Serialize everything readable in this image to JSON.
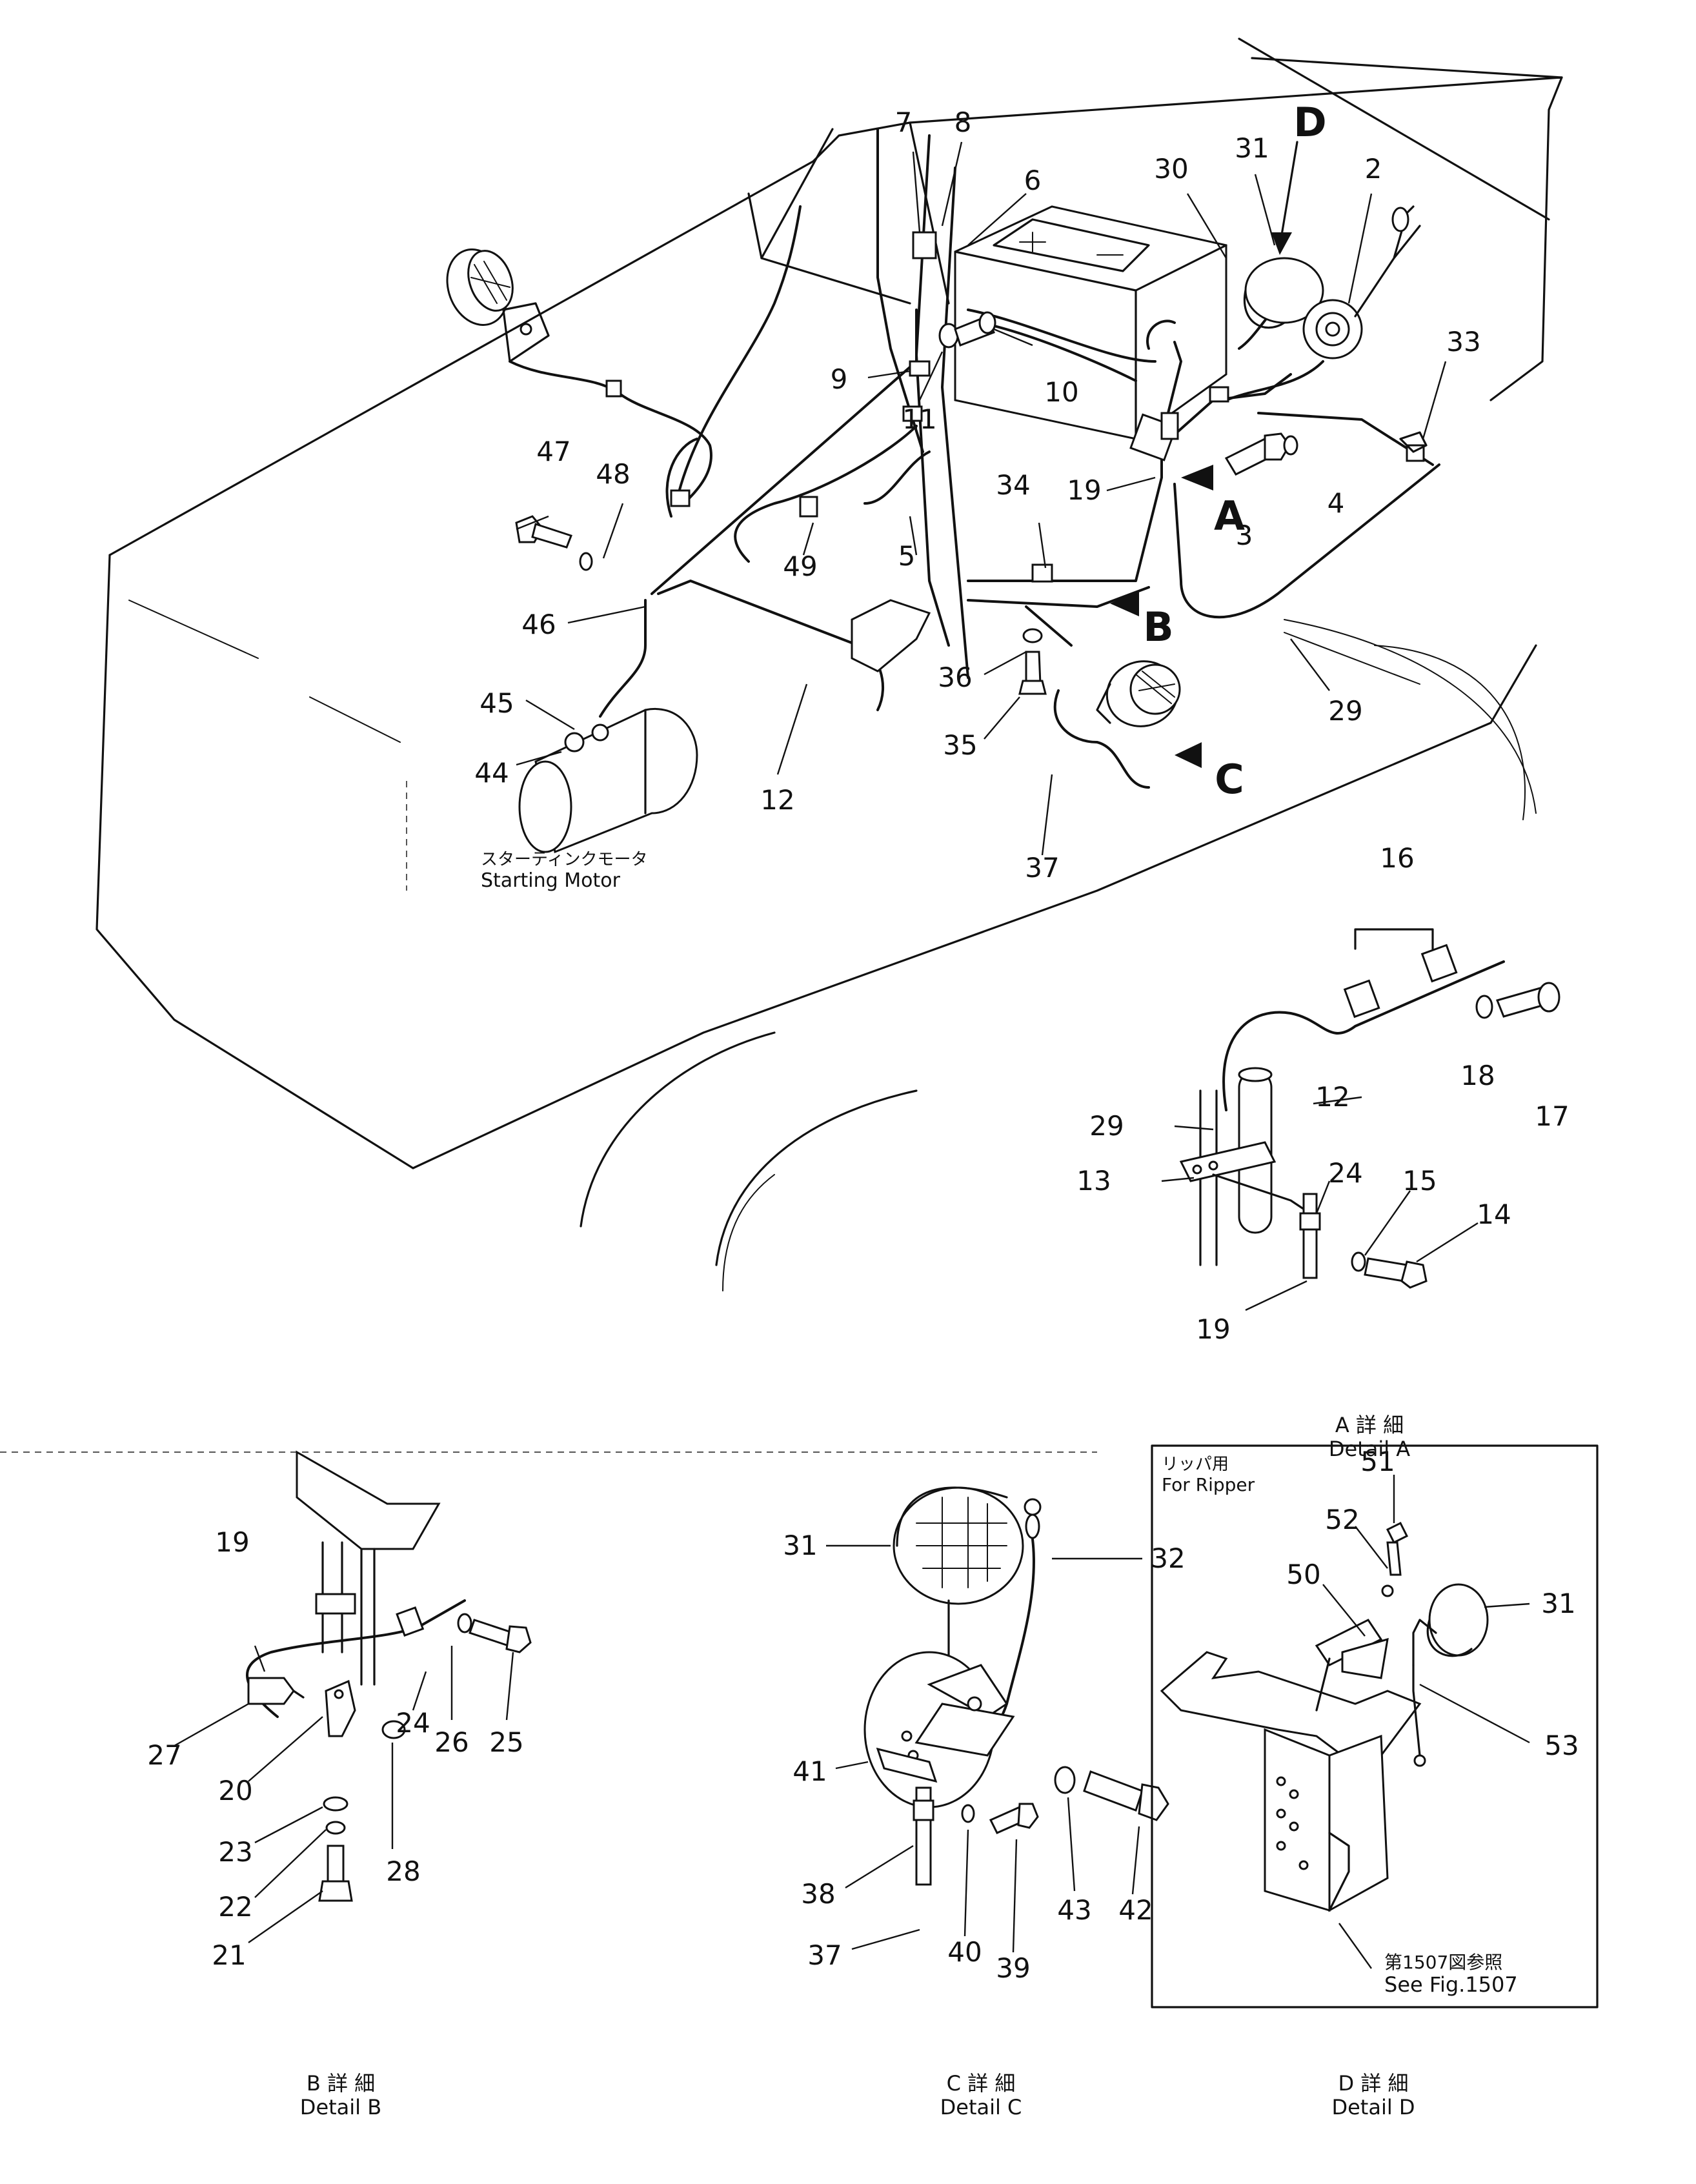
{
  "callouts": {
    "n2": "2",
    "n3": "3",
    "n4": "4",
    "n5": "5",
    "n6": "6",
    "n7": "7",
    "n8": "8",
    "n9": "9",
    "n10": "10",
    "n11": "11",
    "n12": "12",
    "n19": "19",
    "n29": "29",
    "n30": "30",
    "n31": "31",
    "n33": "33",
    "n34": "34",
    "n35": "35",
    "n36": "36",
    "n37": "37",
    "n44": "44",
    "n45": "45",
    "n46": "46",
    "n47": "47",
    "n48": "48",
    "n49": "49"
  },
  "view_letters": {
    "A": "A",
    "B": "B",
    "C": "C",
    "D": "D"
  },
  "starting_motor": {
    "jp": "スターティンクモータ",
    "en": "Starting Motor"
  },
  "detail_a": {
    "callouts": {
      "n12": "12",
      "n13": "13",
      "n14": "14",
      "n15": "15",
      "n16": "16",
      "n17": "17",
      "n18": "18",
      "n19": "19",
      "n24": "24",
      "n29": "29"
    },
    "caption_jp": "A 詳 細",
    "caption_en": "Detail A"
  },
  "detail_b": {
    "callouts": {
      "n19": "19",
      "n20": "20",
      "n21": "21",
      "n22": "22",
      "n23": "23",
      "n24": "24",
      "n25": "25",
      "n26": "26",
      "n27": "27",
      "n28": "28"
    },
    "caption_jp": "B 詳 細",
    "caption_en": "Detail B"
  },
  "detail_c": {
    "callouts": {
      "n31": "31",
      "n32": "32",
      "n37": "37",
      "n38": "38",
      "n39": "39",
      "n40": "40",
      "n41": "41",
      "n42": "42",
      "n43": "43"
    },
    "caption_jp": "C 詳 細",
    "caption_en": "Detail C"
  },
  "detail_d": {
    "header_jp": "リッパ用",
    "header_en": "For Ripper",
    "callouts": {
      "n31": "31",
      "n50": "50",
      "n51": "51",
      "n52": "52",
      "n53": "53"
    },
    "ref_jp": "第1507図参照",
    "ref_en": "See Fig.1507",
    "caption_jp": "D 詳 細",
    "caption_en": "Detail D"
  }
}
